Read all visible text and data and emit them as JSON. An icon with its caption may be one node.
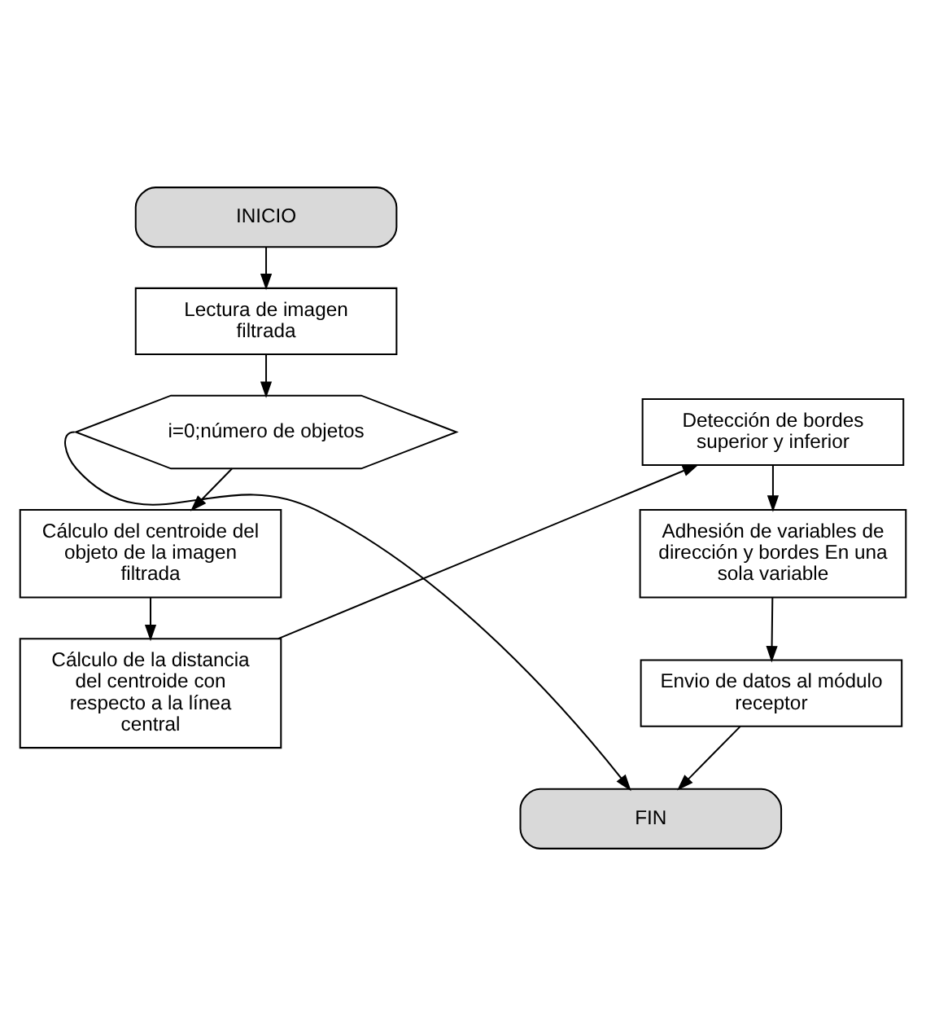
{
  "diagram": {
    "nodes": [
      {
        "text": [
          "INICIO"
        ]
      },
      {
        "text": [
          "Lectura de imagen filtrada"
        ]
      },
      {
        "text": [
          "i=0;número de objetos"
        ]
      },
      {
        "text": [
          "Cálculo del centroide del objeto de la imagen filtrada"
        ]
      },
      {
        "text": [
          "Cálculo de la distancia del centroide con respecto a la línea central"
        ]
      },
      {
        "text": [
          "Detección de bordes superior y inferior"
        ]
      },
      {
        "text": [
          "Adhesión de variables de dirección y bordes En una sola variable"
        ]
      },
      {
        "text": [
          "Envio de datos al módulo receptor"
        ]
      },
      {
        "text": [
          "FIN"
        ]
      }
    ],
    "edges": [
      {
        "from": 0,
        "to": 1,
        "arrow": "to"
      },
      {
        "from": 1,
        "to": 2,
        "arrow": "to"
      },
      {
        "from": 2,
        "to": 3,
        "arrow": "to"
      },
      {
        "from": 3,
        "to": 4,
        "arrow": "to"
      },
      {
        "from": 4,
        "to": 5,
        "arrow": "to"
      },
      {
        "from": 5,
        "to": 6,
        "arrow": "to"
      },
      {
        "from": 6,
        "to": 7,
        "arrow": "to"
      },
      {
        "from": 7,
        "to": 8,
        "arrow": "to"
      },
      {
        "from": 2,
        "to": 8,
        "arrow": "to"
      }
    ]
  }
}
